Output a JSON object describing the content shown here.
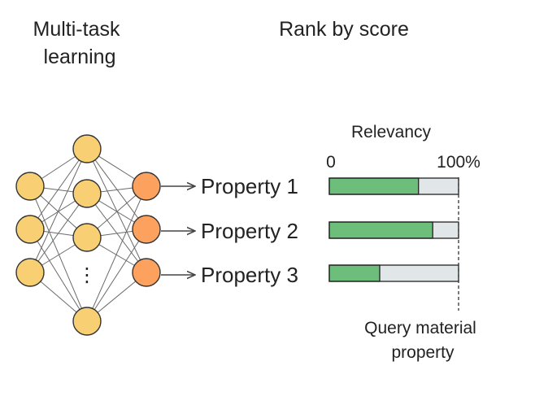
{
  "titles": {
    "left_line1": "Multi-task",
    "left_line2": "learning",
    "right": "Rank by score"
  },
  "relevancy": {
    "heading": "Relevancy",
    "min_label": "0",
    "max_label": "100%"
  },
  "properties": [
    {
      "label": "Property 1",
      "relevancy_fraction": 0.69
    },
    {
      "label": "Property 2",
      "relevancy_fraction": 0.8
    },
    {
      "label": "Property 3",
      "relevancy_fraction": 0.39
    }
  ],
  "network": {
    "ellipsis": "⋮",
    "input_color": "#F8CF73",
    "output_color": "#FDA25E",
    "bar_fill_color": "#6DBE7B",
    "bar_track_color": "#E1E6E8"
  },
  "query_note": {
    "line1": "Query material",
    "line2": "property"
  }
}
